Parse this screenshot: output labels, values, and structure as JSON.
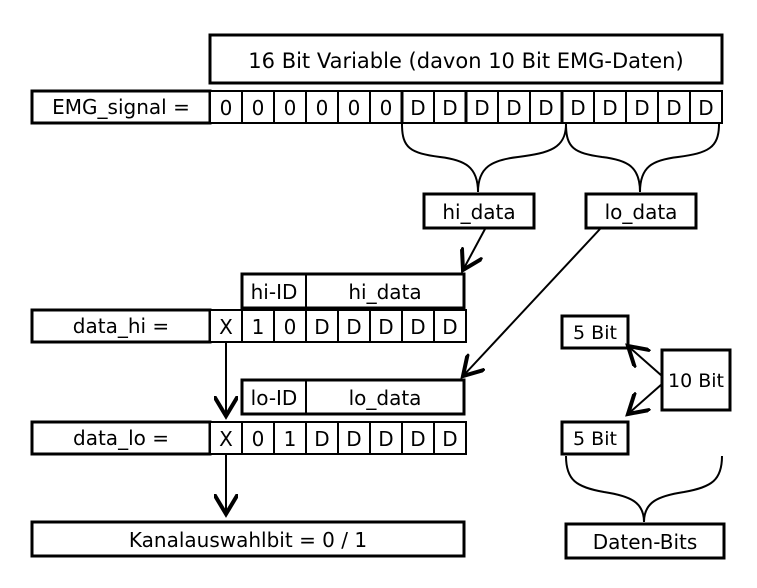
{
  "header": {
    "title": "16 Bit Variable (davon 10 Bit EMG-Daten)"
  },
  "emg_row": {
    "label": "EMG_signal  =",
    "bits": [
      "0",
      "0",
      "0",
      "0",
      "0",
      "0",
      "D",
      "D",
      "D",
      "D",
      "D",
      "D",
      "D",
      "D",
      "D",
      "D"
    ]
  },
  "split_labels": {
    "hi": "hi_data",
    "lo": "lo_data"
  },
  "data_hi": {
    "id_header": "hi-ID",
    "data_header": "hi_data",
    "label": "data_hi  =",
    "bits": [
      "X",
      "1",
      "0",
      "D",
      "D",
      "D",
      "D",
      "D"
    ]
  },
  "data_lo": {
    "id_header": "lo-ID",
    "data_header": "lo_data",
    "label": "data_lo  =",
    "bits": [
      "X",
      "0",
      "1",
      "D",
      "D",
      "D",
      "D",
      "D"
    ]
  },
  "channel_box": {
    "label": "Kanalauswahlbit = 0 / 1"
  },
  "legend": {
    "top": "5 Bit",
    "total": "10 Bit",
    "bottom": "5 Bit",
    "result": "Daten-Bits"
  }
}
